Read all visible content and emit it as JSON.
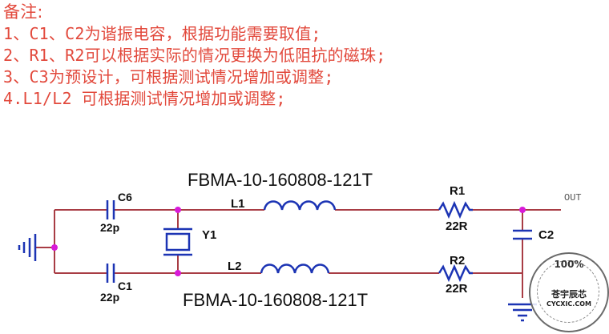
{
  "notes": {
    "title": "备注:",
    "lines": [
      "1、C1、C2为谐振电容，根据功能需要取值;",
      "2、R1、R2可以根据实际的情况更换为低阻抗的磁珠;",
      "3、C3为预设计，可根据测试情况增加或调整;",
      "4.L1/L2 可根据测试情况增加或调整;"
    ]
  },
  "schematic": {
    "part_top": "FBMA-10-160808-121T",
    "part_bottom": "FBMA-10-160808-121T",
    "c6_ref": "C6",
    "c6_value": "22p",
    "c1_ref": "C1",
    "c1_value": "22p",
    "y1_ref": "Y1",
    "l1_ref": "L1",
    "l2_ref": "L2",
    "r1_ref": "R1",
    "r1_value": "22R",
    "r2_ref": "R2",
    "r2_value": "22R",
    "c2_ref": "C2",
    "out_label": "OUT"
  },
  "watermark": {
    "percent": "100%",
    "brand": "苍宇辰芯",
    "site": "CYCXIC.COM"
  },
  "colors": {
    "note_text": "#e2493c",
    "wire": "#a83c44",
    "component": "#1c34b4",
    "junction": "#d81ad8",
    "label": "#101010"
  }
}
